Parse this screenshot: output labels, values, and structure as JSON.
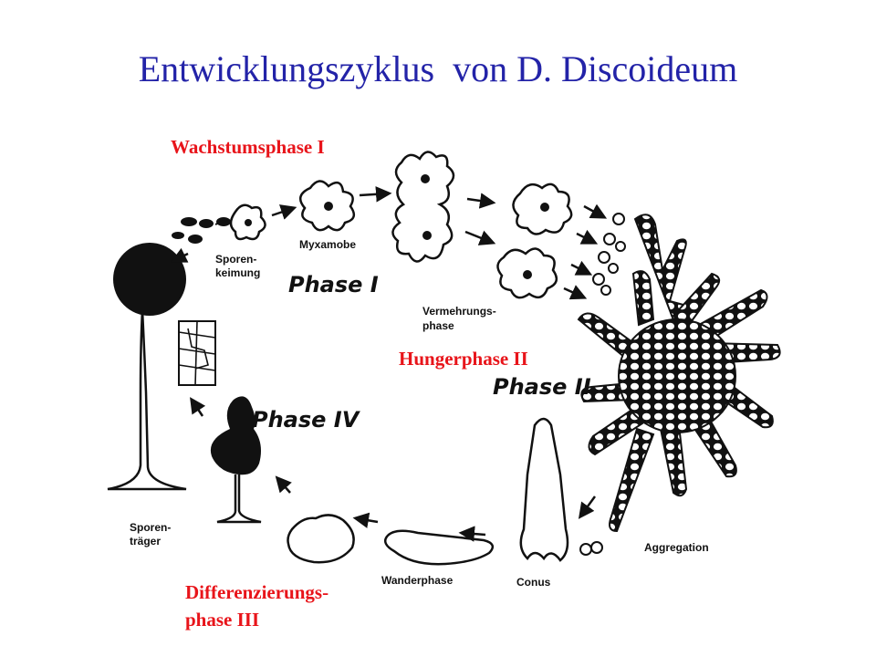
{
  "title": "Entwicklungszyklus  von D. Discoideum",
  "phases": {
    "growth": "Wachstumsphase I",
    "hunger": "Hungerphase II",
    "differentiation_line1": "Differenzierungs-",
    "differentiation_line2": "phase III"
  },
  "figure_labels": {
    "sporenkeimung_1": "Sporen-",
    "sporenkeimung_2": "keimung",
    "myxamobe": "Myxamobe",
    "vermehrung_1": "Vermehrungs-",
    "vermehrung_2": "phase",
    "aggregation": "Aggregation",
    "conus": "Conus",
    "wanderphase": "Wanderphase",
    "sporentraeger_1": "Sporen-",
    "sporentraeger_2": "träger"
  },
  "handwritten": {
    "phase_1": "Phase I",
    "phase_2": "Phase II",
    "phase_4": "Phase IV"
  },
  "colors": {
    "title": "#2323a8",
    "phase_labels": "#e8141a",
    "ink": "#111111"
  }
}
